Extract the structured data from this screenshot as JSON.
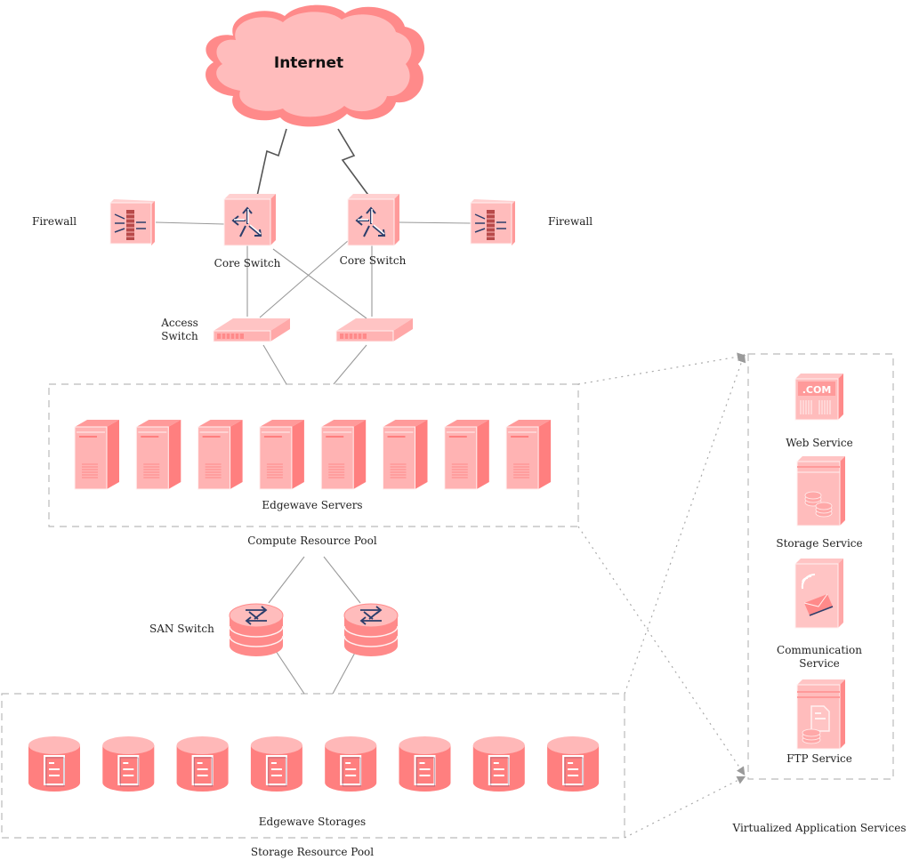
{
  "colors": {
    "light": "#ffbcbc",
    "mid": "#ffa0a0",
    "dark": "#ff7f7f",
    "highlight": "#fff0f0",
    "brick": "#b84a4a",
    "arrow": "#2c3e6b",
    "line": "#999999",
    "dash": "#bbbbbb",
    "text": "#222222"
  },
  "cloud": {
    "label": "Internet",
    "icon": "cloud-icon"
  },
  "firewalls": [
    {
      "label": "Firewall",
      "icon": "firewall-icon"
    },
    {
      "label": "Firewall",
      "icon": "firewall-icon"
    }
  ],
  "core_switches": [
    {
      "label": "Core Switch",
      "icon": "core-switch-icon"
    },
    {
      "label": "Core Switch",
      "icon": "core-switch-icon"
    }
  ],
  "access_switch": {
    "label_line1": "Access",
    "label_line2": "Switch",
    "icon": "access-switch-icon",
    "count": 2
  },
  "compute_pool": {
    "title": "Compute Resource Pool",
    "servers_label": "Edgewave Servers",
    "server_count": 8,
    "icon": "server-tower-icon"
  },
  "san_switch": {
    "label": "SAN Switch",
    "icon": "san-switch-icon",
    "count": 2
  },
  "storage_pool": {
    "title": "Storage Resource Pool",
    "storages_label": "Edgewave Storages",
    "storage_count": 8,
    "icon": "storage-cylinder-icon"
  },
  "services": {
    "title": "Virtualized Application Services",
    "items": [
      {
        "label_line1": "Web Service",
        "label_line2": "",
        "icon": "web-service-icon",
        "badge": ".COM"
      },
      {
        "label_line1": "Storage Service",
        "label_line2": "",
        "icon": "storage-service-icon"
      },
      {
        "label_line1": "Communication",
        "label_line2": "Service",
        "icon": "communication-service-icon"
      },
      {
        "label_line1": "FTP Service",
        "label_line2": "",
        "icon": "ftp-service-icon"
      }
    ]
  }
}
